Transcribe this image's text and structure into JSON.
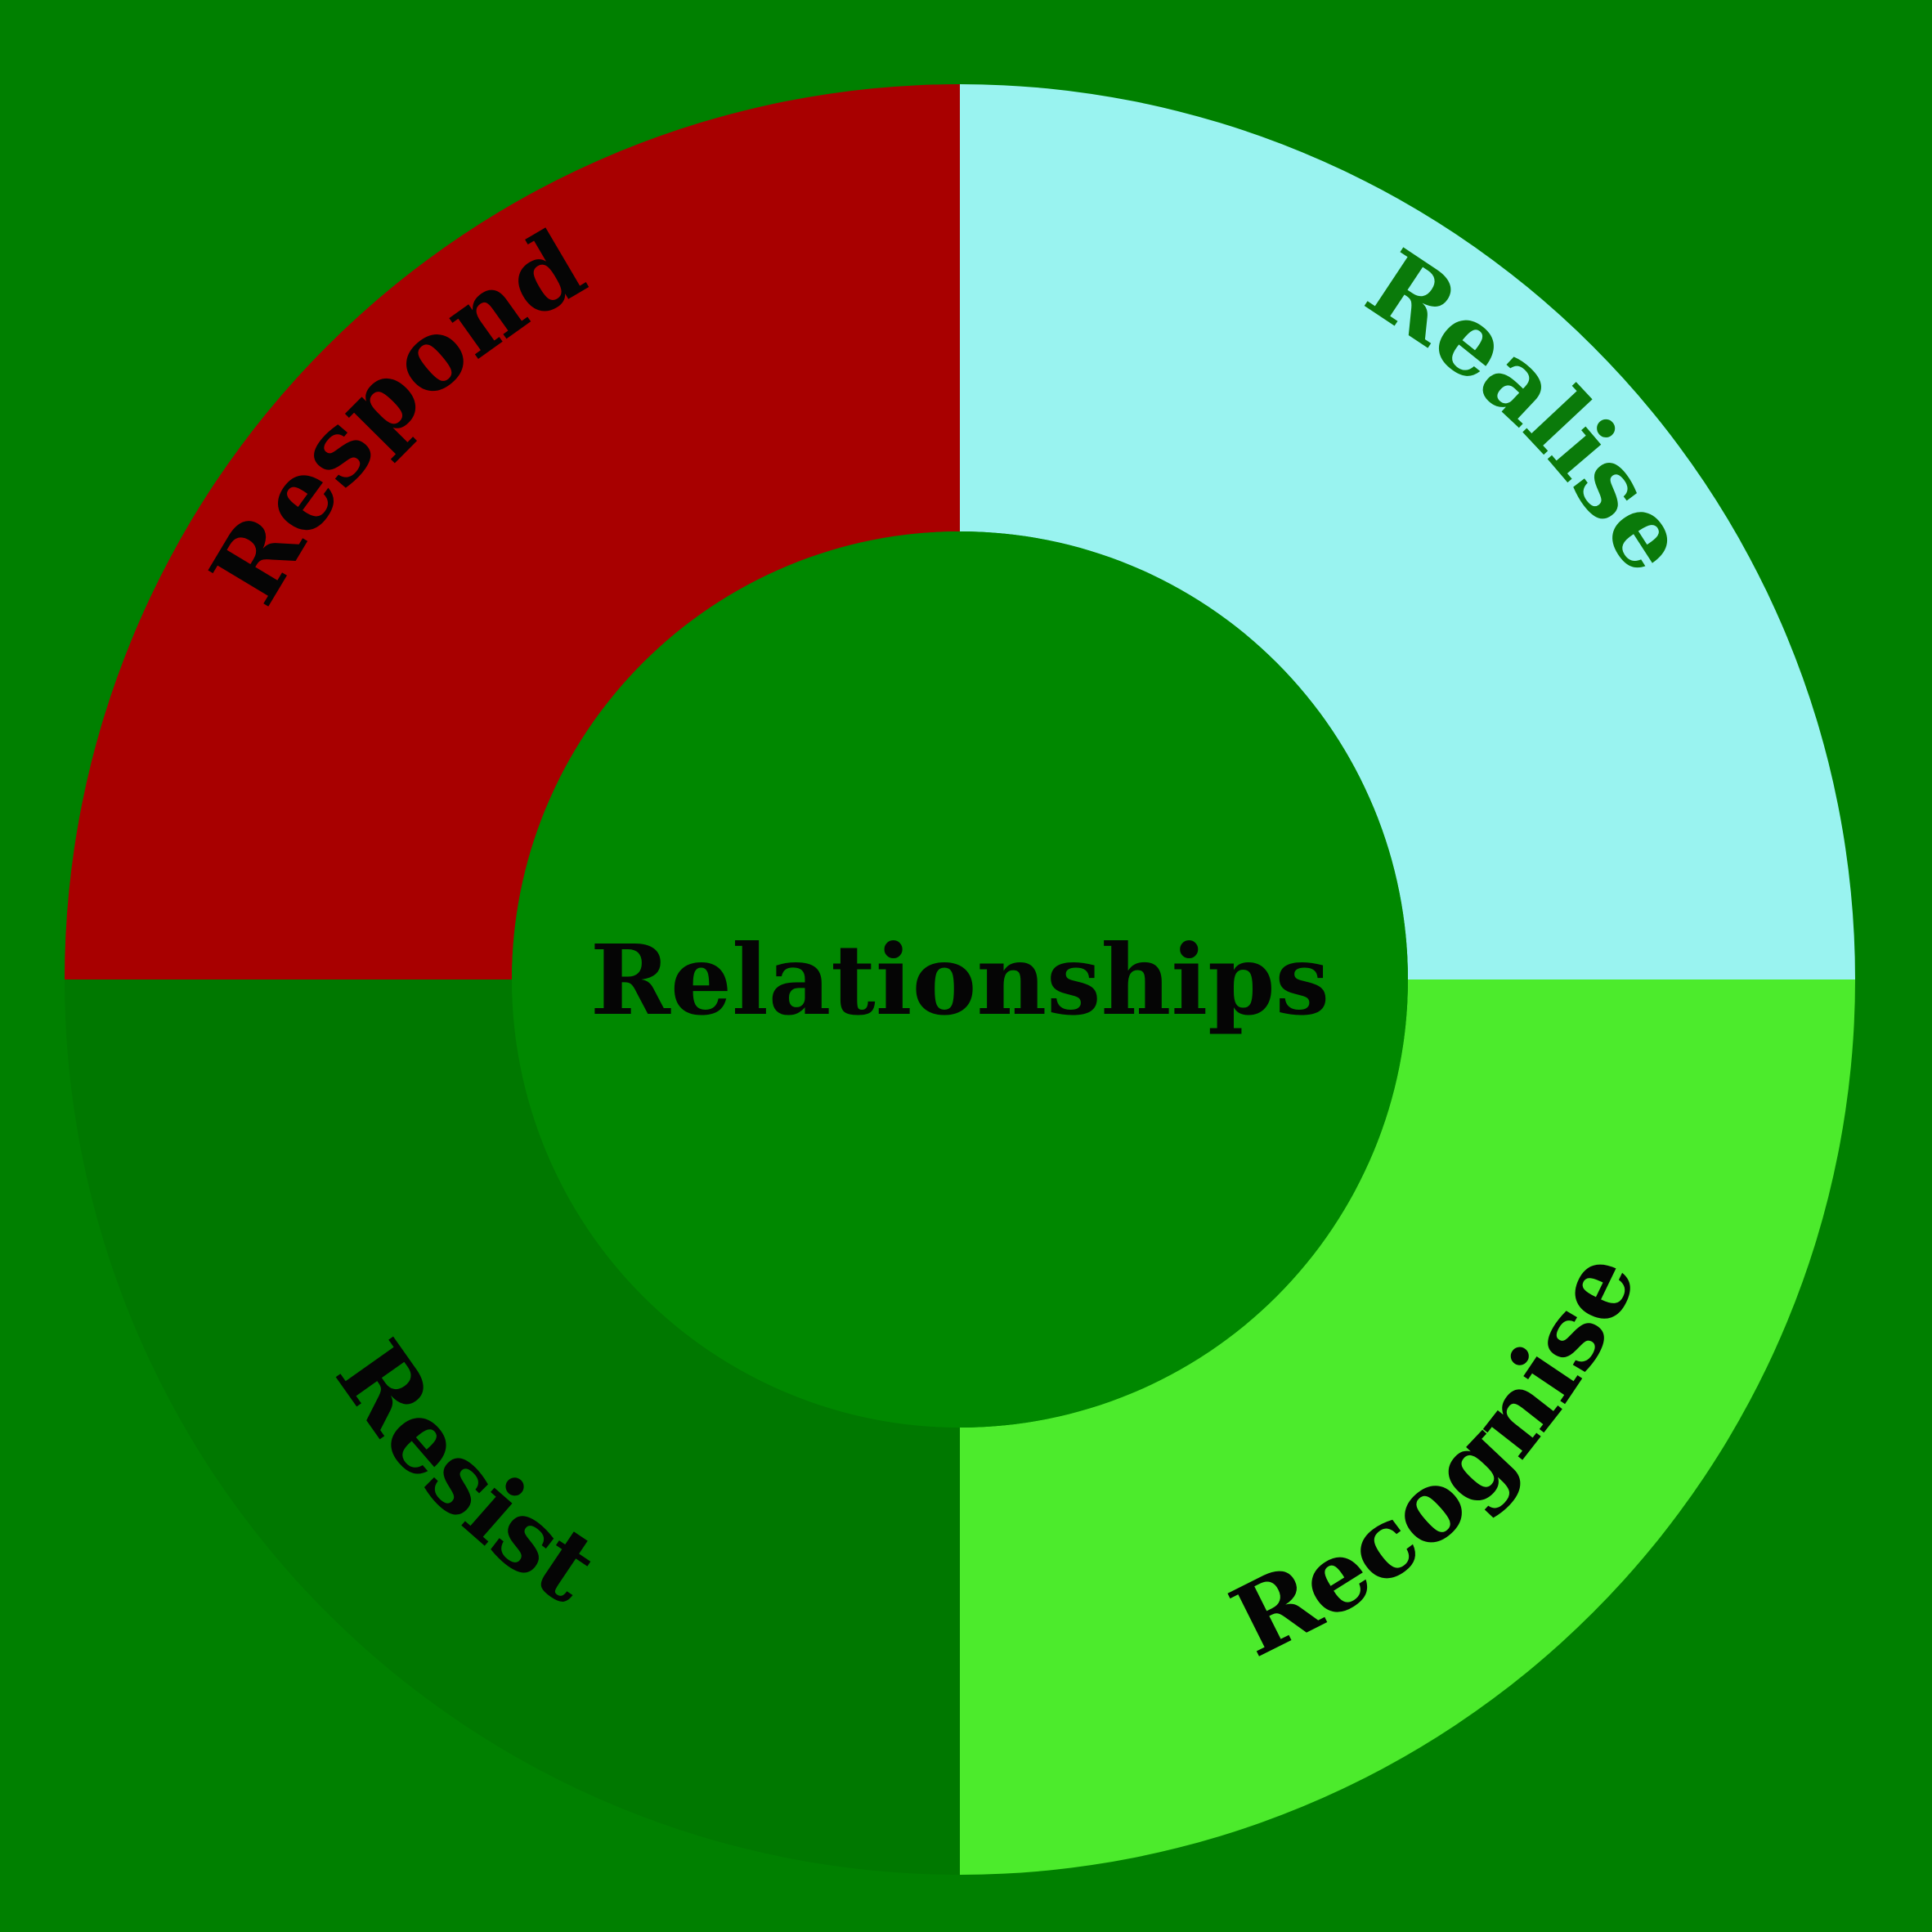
{
  "background_color": "#008000",
  "center": {
    "label": "Relationships",
    "fill": "#008800",
    "text_color": "#050505"
  },
  "segments": [
    {
      "label": "Realise",
      "fill": "#99F3F0",
      "text_color": "#0A7A0A"
    },
    {
      "label": "Recognise",
      "fill": "#4CEB2C",
      "text_color": "#050505"
    },
    {
      "label": "Resist",
      "fill": "#007800",
      "text_color": "#050505"
    },
    {
      "label": "Respond",
      "fill": "#A80000",
      "text_color": "#050505"
    }
  ]
}
